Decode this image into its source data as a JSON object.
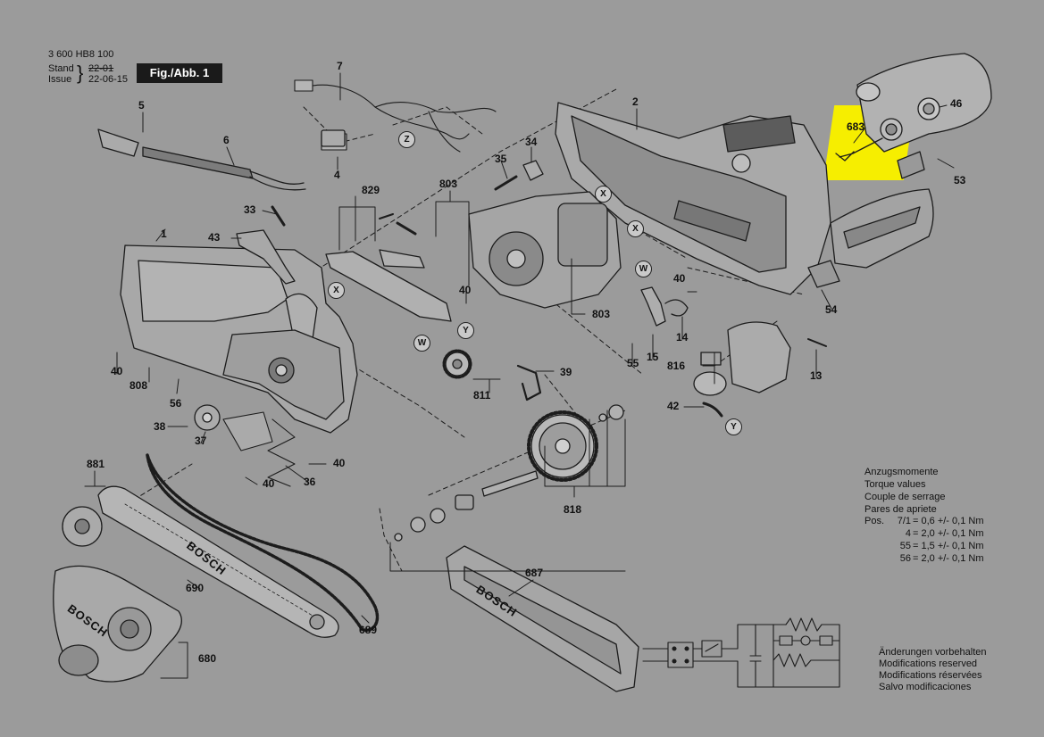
{
  "header": {
    "doc_number": "3 600 HB8 100",
    "stand_label": "Stand",
    "stand_value": "22-01",
    "issue_label": "Issue",
    "issue_value": "22-06-15",
    "figure_label": "Fig./Abb. 1"
  },
  "part_labels": [
    "1",
    "2",
    "5",
    "6",
    "7",
    "4",
    "13",
    "14",
    "15",
    "33",
    "34",
    "35",
    "36",
    "37",
    "38",
    "39",
    "40",
    "42",
    "43",
    "46",
    "53",
    "54",
    "55",
    "56",
    "680",
    "683",
    "687",
    "689",
    "690",
    "803",
    "808",
    "811",
    "816",
    "818",
    "829",
    "881"
  ],
  "highlight": {
    "part": "683",
    "color": "#f6ee00"
  },
  "brand_marks": [
    "BOSCH"
  ],
  "connection_markers": [
    "X",
    "Y",
    "W",
    "Z"
  ],
  "torque": {
    "titles": [
      "Anzugsmomente",
      "Torque values",
      "Couple de serrage",
      "Pares de apriete"
    ],
    "pos_label": "Pos.",
    "rows": [
      {
        "pos": "7/1",
        "value": "= 0,6 +/- 0,1 Nm"
      },
      {
        "pos": "4",
        "value": "= 2,0 +/- 0,1 Nm"
      },
      {
        "pos": "55",
        "value": "= 1,5 +/- 0,1 Nm"
      },
      {
        "pos": "56",
        "value": "= 2,0 +/- 0,1 Nm"
      }
    ]
  },
  "modifications": [
    "Änderungen vorbehalten",
    "Modifications reserved",
    "Modifications réservées",
    "Salvo modificaciones"
  ]
}
